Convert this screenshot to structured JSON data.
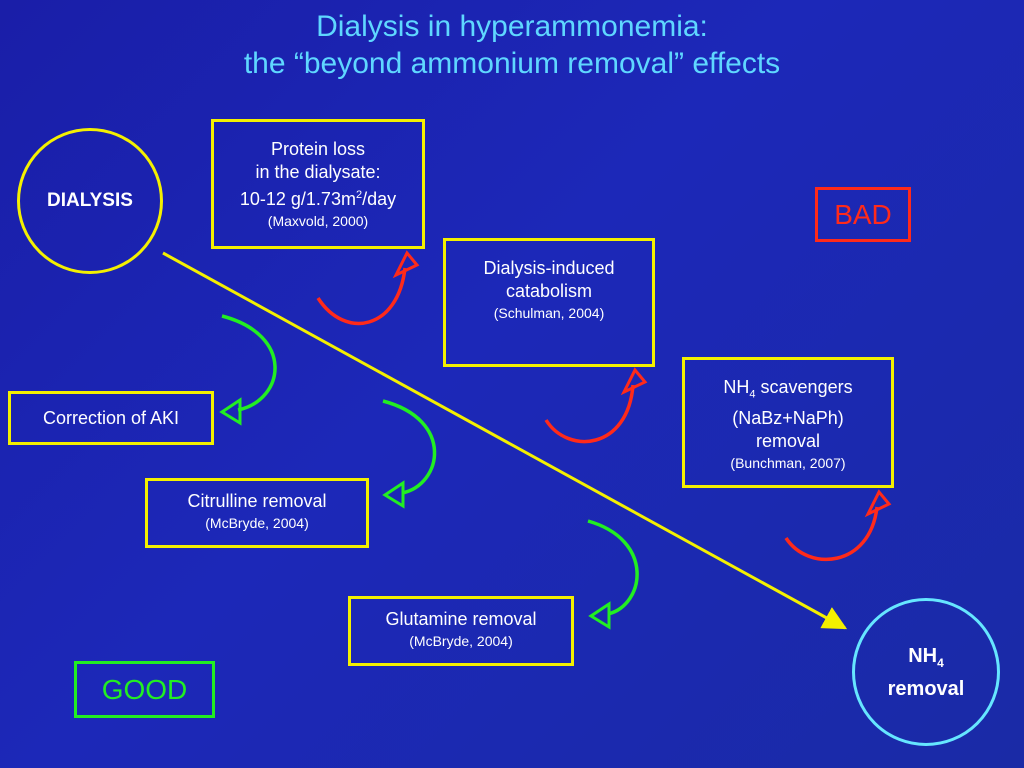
{
  "title": {
    "line1": "Dialysis in hyperammonemia:",
    "line2": "the “beyond ammonium removal” effects"
  },
  "dialysis_node": {
    "label": "DIALYSIS"
  },
  "nh4_node": {
    "label_nh": "NH",
    "label_sub": "4",
    "label_removal": "removal"
  },
  "bad_label": "BAD",
  "good_label": "GOOD",
  "protein_loss": {
    "line1": "Protein loss",
    "line2": "in the dialysate:",
    "line3_pre": "10-12 g/1.73m",
    "line3_sup": "2",
    "line3_post": "/day",
    "cite": "(Maxvold, 2000)"
  },
  "catabolism": {
    "line1": "Dialysis-induced",
    "line2": "catabolism",
    "cite": "(Schulman, 2004)"
  },
  "scavengers": {
    "line1_pre": "NH",
    "line1_sub": "4",
    "line1_post": " scavengers",
    "line2": "(NaBz+NaPh)",
    "line3": "removal",
    "cite": "(Bunchman, 2007)"
  },
  "aki": {
    "label": "Correction of AKI"
  },
  "citrulline": {
    "label": "Citrulline removal",
    "cite": "(McBryde, 2004)"
  },
  "glutamine": {
    "label": "Glutamine removal",
    "cite": "(McBryde, 2004)"
  },
  "colors": {
    "background": "#1c28b8",
    "title": "#5fd7ff",
    "box_border": "#f4f000",
    "good": "#22ee22",
    "bad": "#ff2a1a",
    "nh4_circle": "#66e6ff"
  }
}
